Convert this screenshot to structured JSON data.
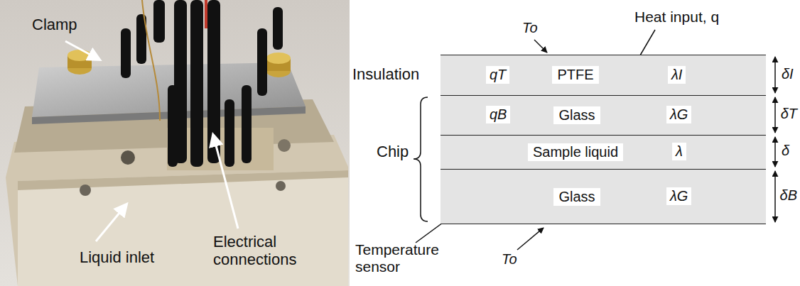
{
  "diagram": {
    "nodes": [
      {
        "text": [
          "PTFE"
        ]
      },
      {
        "text": [
          "Glass"
        ]
      },
      {
        "text": [
          "Sample liquid"
        ]
      },
      {
        "text": [
          "Glass"
        ]
      }
    ],
    "labels": [
      "Clamp",
      "Liquid inlet",
      "Electrical connections",
      "To",
      "Heat input, q",
      "Insulation",
      "qT",
      "λI",
      "δI",
      "qB",
      "λG",
      "δT",
      "Chip",
      "λ",
      "δ",
      "λG",
      "δB",
      "Temperature sensor",
      "To"
    ]
  }
}
